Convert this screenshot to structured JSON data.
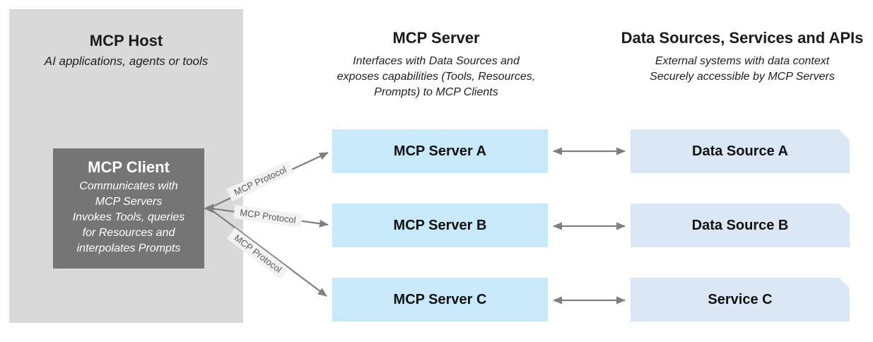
{
  "colors": {
    "host_panel_bg": "#d9d9d9",
    "client_box_bg": "#757575",
    "client_text": "#ffffff",
    "server_box_bg": "#c8e9fa",
    "source_box_bg": "#dce7f5",
    "arrow": "#7f7f7f",
    "protocol_label_bg": "#f2f2f2",
    "protocol_label_text": "#595959",
    "heading_text": "#1a1a1a"
  },
  "host": {
    "title": "MCP Host",
    "subtitle": "AI applications, agents or tools",
    "client": {
      "title": "MCP Client",
      "description_lines": [
        "Communicates with",
        "MCP Servers",
        "Invokes Tools, queries",
        "for Resources and",
        "interpolates Prompts"
      ]
    }
  },
  "servers": {
    "title": "MCP Server",
    "subtitle_lines": [
      "Interfaces with Data Sources and",
      "exposes capabilities (Tools, Resources,",
      "Prompts) to MCP Clients"
    ],
    "items": [
      {
        "label": "MCP Server A"
      },
      {
        "label": "MCP Server B"
      },
      {
        "label": "MCP Server C"
      }
    ]
  },
  "sources": {
    "title": "Data Sources, Services and APIs",
    "subtitle_lines": [
      "External systems with data context",
      "Securely accessible by MCP Servers"
    ],
    "items": [
      {
        "label": "Data Source A"
      },
      {
        "label": "Data Source B"
      },
      {
        "label": "Service C"
      }
    ]
  },
  "connections": {
    "protocol_links": [
      {
        "label": "MCP Protocol"
      },
      {
        "label": "MCP Protocol"
      },
      {
        "label": "MCP Protocol"
      }
    ]
  }
}
